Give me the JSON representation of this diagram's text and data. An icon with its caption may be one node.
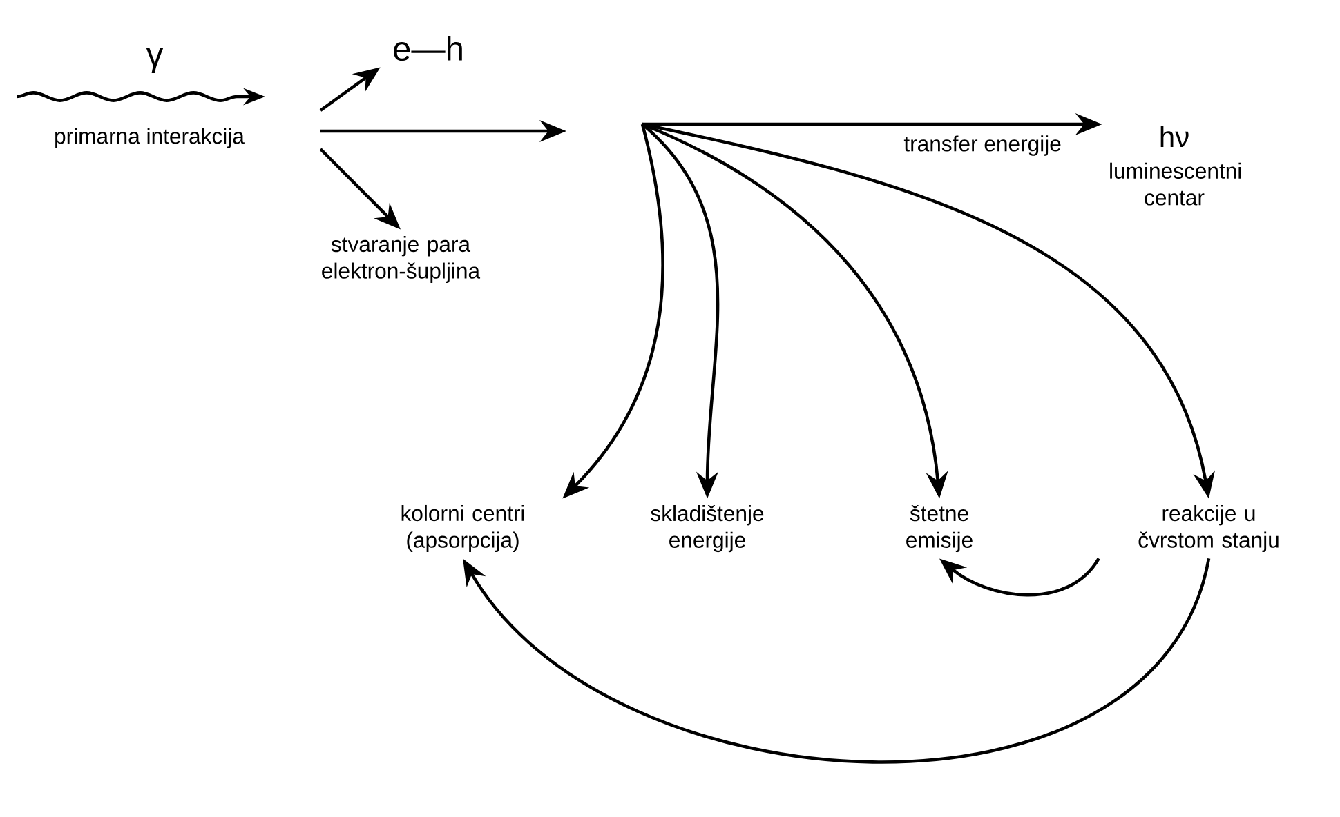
{
  "diagram": {
    "nodes": [
      {
        "text": [
          "e—h"
        ]
      },
      {
        "text": [
          "stvaranje para elektron-šupljina"
        ]
      },
      {
        "text": [
          "hν",
          "luminescentni centar"
        ]
      },
      {
        "text": [
          "kolorni centri (apsorpcija)"
        ]
      },
      {
        "text": [
          "skladištenje energije"
        ]
      },
      {
        "text": [
          "štetne emisije"
        ]
      },
      {
        "text": [
          "reakcije u čvrstom stanju"
        ]
      }
    ],
    "edges": [
      {
        "from": null,
        "to": 0,
        "arrow": "to"
      },
      {
        "from": null,
        "to": 1,
        "arrow": "to"
      },
      {
        "from": null,
        "to": 2,
        "arrow": "to",
        "label": "transfer energije"
      },
      {
        "from": null,
        "to": 3,
        "arrow": "to"
      },
      {
        "from": null,
        "to": 4,
        "arrow": "to"
      },
      {
        "from": null,
        "to": 5,
        "arrow": "to"
      },
      {
        "from": null,
        "to": 6,
        "arrow": "to"
      },
      {
        "from": 6,
        "to": 5,
        "arrow": "to"
      },
      {
        "from": 6,
        "to": 3,
        "arrow": "to"
      }
    ],
    "labels": [
      "γ",
      "primarna interakcija"
    ]
  }
}
